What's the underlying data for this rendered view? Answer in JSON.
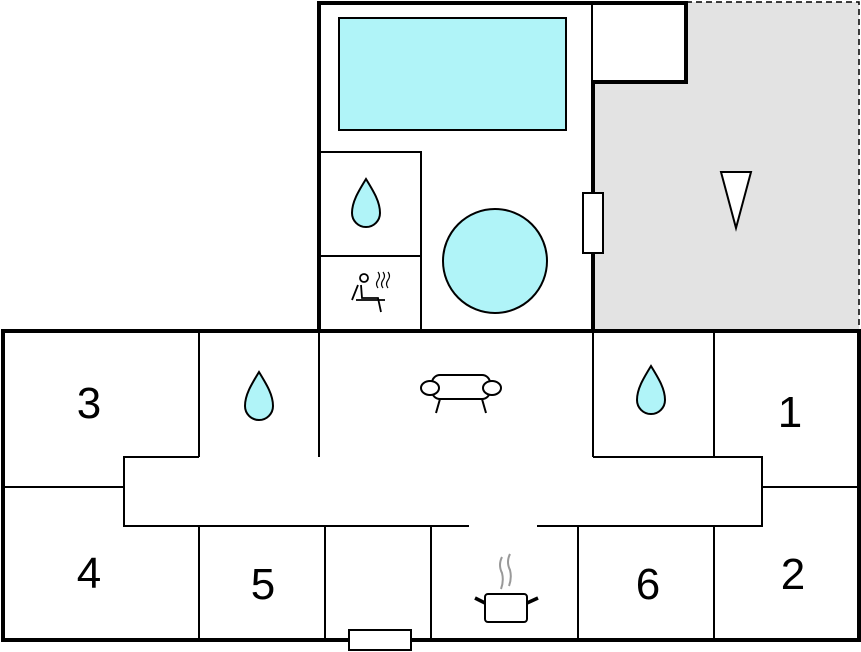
{
  "floorplan": {
    "rooms": [
      {
        "label": "1"
      },
      {
        "label": "2"
      },
      {
        "label": "3"
      },
      {
        "label": "4"
      },
      {
        "label": "5"
      },
      {
        "label": "6"
      }
    ],
    "icons": [
      "water-drop-icon",
      "sauna-icon",
      "sofa-icon",
      "cooking-pot-icon",
      "terrace-direction-icon"
    ],
    "colors": {
      "water": "#b0f4f8",
      "terrace": "#e3e3e3",
      "wall": "#000000"
    }
  }
}
